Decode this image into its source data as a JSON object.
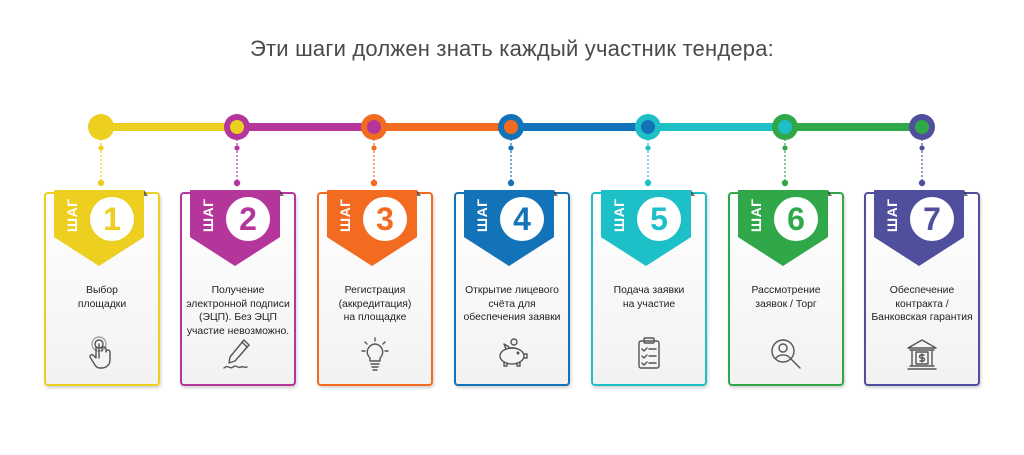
{
  "title": "Эти шаги должен знать каждый участник тендера:",
  "colors": [
    "#eccf1f",
    "#b5369b",
    "#f26b21",
    "#1373b8",
    "#1ec0c8",
    "#30a849",
    "#4f4f9e"
  ],
  "steps": [
    {
      "label": "ШАГ",
      "number": "1",
      "text": [
        "Выбор",
        "площадки"
      ],
      "icon": "hand-tap-icon",
      "color": "#eccf1f"
    },
    {
      "label": "ШАГ",
      "number": "2",
      "text": [
        "Получение",
        "электронной подписи",
        "(ЭЦП). Без ЭЦП",
        "участие невозможно."
      ],
      "icon": "pen-signature-icon",
      "color": "#b5369b"
    },
    {
      "label": "ШАГ",
      "number": "3",
      "text": [
        "Регистрация",
        "(аккредитация)",
        "на площадке"
      ],
      "icon": "lightbulb-icon",
      "color": "#f26b21"
    },
    {
      "label": "ШАГ",
      "number": "4",
      "text": [
        "Открытие лицевого",
        "счёта для",
        "обеспечения заявки"
      ],
      "icon": "piggy-bank-icon",
      "color": "#1373b8"
    },
    {
      "label": "ШАГ",
      "number": "5",
      "text": [
        "Подача заявки",
        "на участие"
      ],
      "icon": "checklist-icon",
      "color": "#1ec0c8"
    },
    {
      "label": "ШАГ",
      "number": "6",
      "text": [
        "Рассмотрение",
        "заявок / Торг"
      ],
      "icon": "person-search-icon",
      "color": "#30a849"
    },
    {
      "label": "ШАГ",
      "number": "7",
      "text": [
        "Обеспечение",
        "контракта /",
        "Банковская гарантия"
      ],
      "icon": "bank-icon",
      "color": "#4f4f9e"
    }
  ]
}
